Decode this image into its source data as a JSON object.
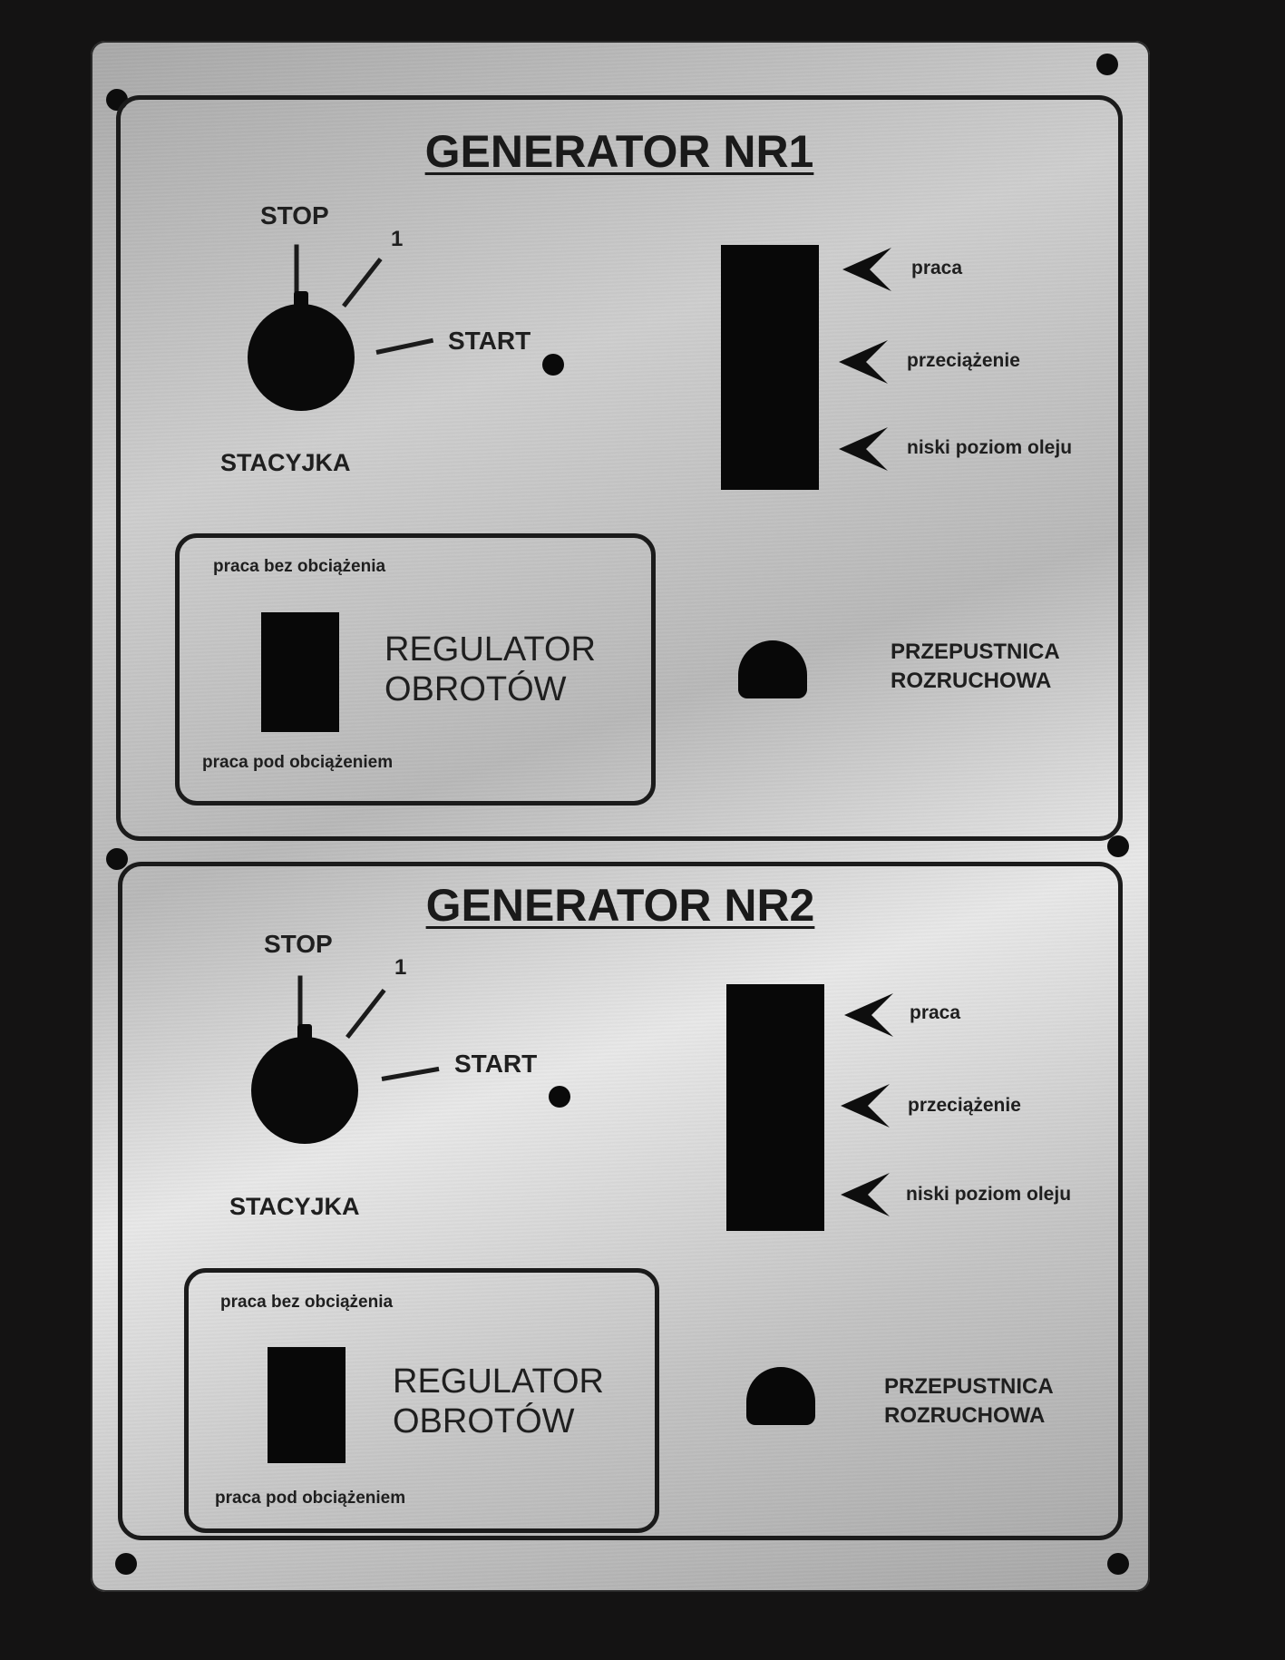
{
  "generators": [
    {
      "title": "GENERATOR NR1",
      "key_switch": {
        "label": "STACYJKA",
        "positions": [
          "STOP",
          "1",
          "START"
        ]
      },
      "indicators": [
        "praca",
        "przeciążenie",
        "niski poziom oleju"
      ],
      "speed_regulator": {
        "title_line1": "REGULATOR",
        "title_line2": "OBROTÓW",
        "top_label": "praca bez obciążenia",
        "bottom_label": "praca pod obciążeniem"
      },
      "choke": {
        "line1": "PRZEPUSTNICA",
        "line2": "ROZRUCHOWA"
      }
    },
    {
      "title": "GENERATOR NR2",
      "key_switch": {
        "label": "STACYJKA",
        "positions": [
          "STOP",
          "1",
          "START"
        ]
      },
      "indicators": [
        "praca",
        "przeciążenie",
        "niski poziom oleju"
      ],
      "speed_regulator": {
        "title_line1": "REGULATOR",
        "title_line2": "OBROTÓW",
        "top_label": "praca bez obciążenia",
        "bottom_label": "praca pod obciążeniem"
      },
      "choke": {
        "line1": "PRZEPUSTNICA",
        "line2": "ROZRUCHOWA"
      }
    }
  ]
}
